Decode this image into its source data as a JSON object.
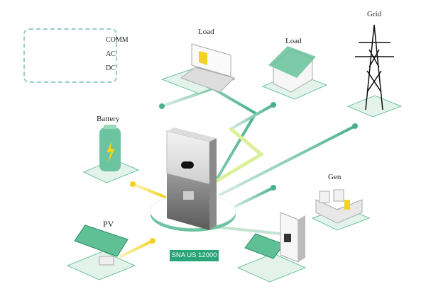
{
  "legend": {
    "comm": "COMM",
    "ac": "AC",
    "dc": "DC"
  },
  "nodes": {
    "load_laptop": "Load",
    "load_house": "Load",
    "grid": "Grid",
    "battery": "Battery",
    "gen": "Gen",
    "pv": "PV"
  },
  "inverter_model": "SNA US 12000",
  "colors": {
    "ac": "#2aa57a",
    "dc": "#f2d320",
    "comm": "#e8d84a",
    "accent": "#2aa57a"
  }
}
